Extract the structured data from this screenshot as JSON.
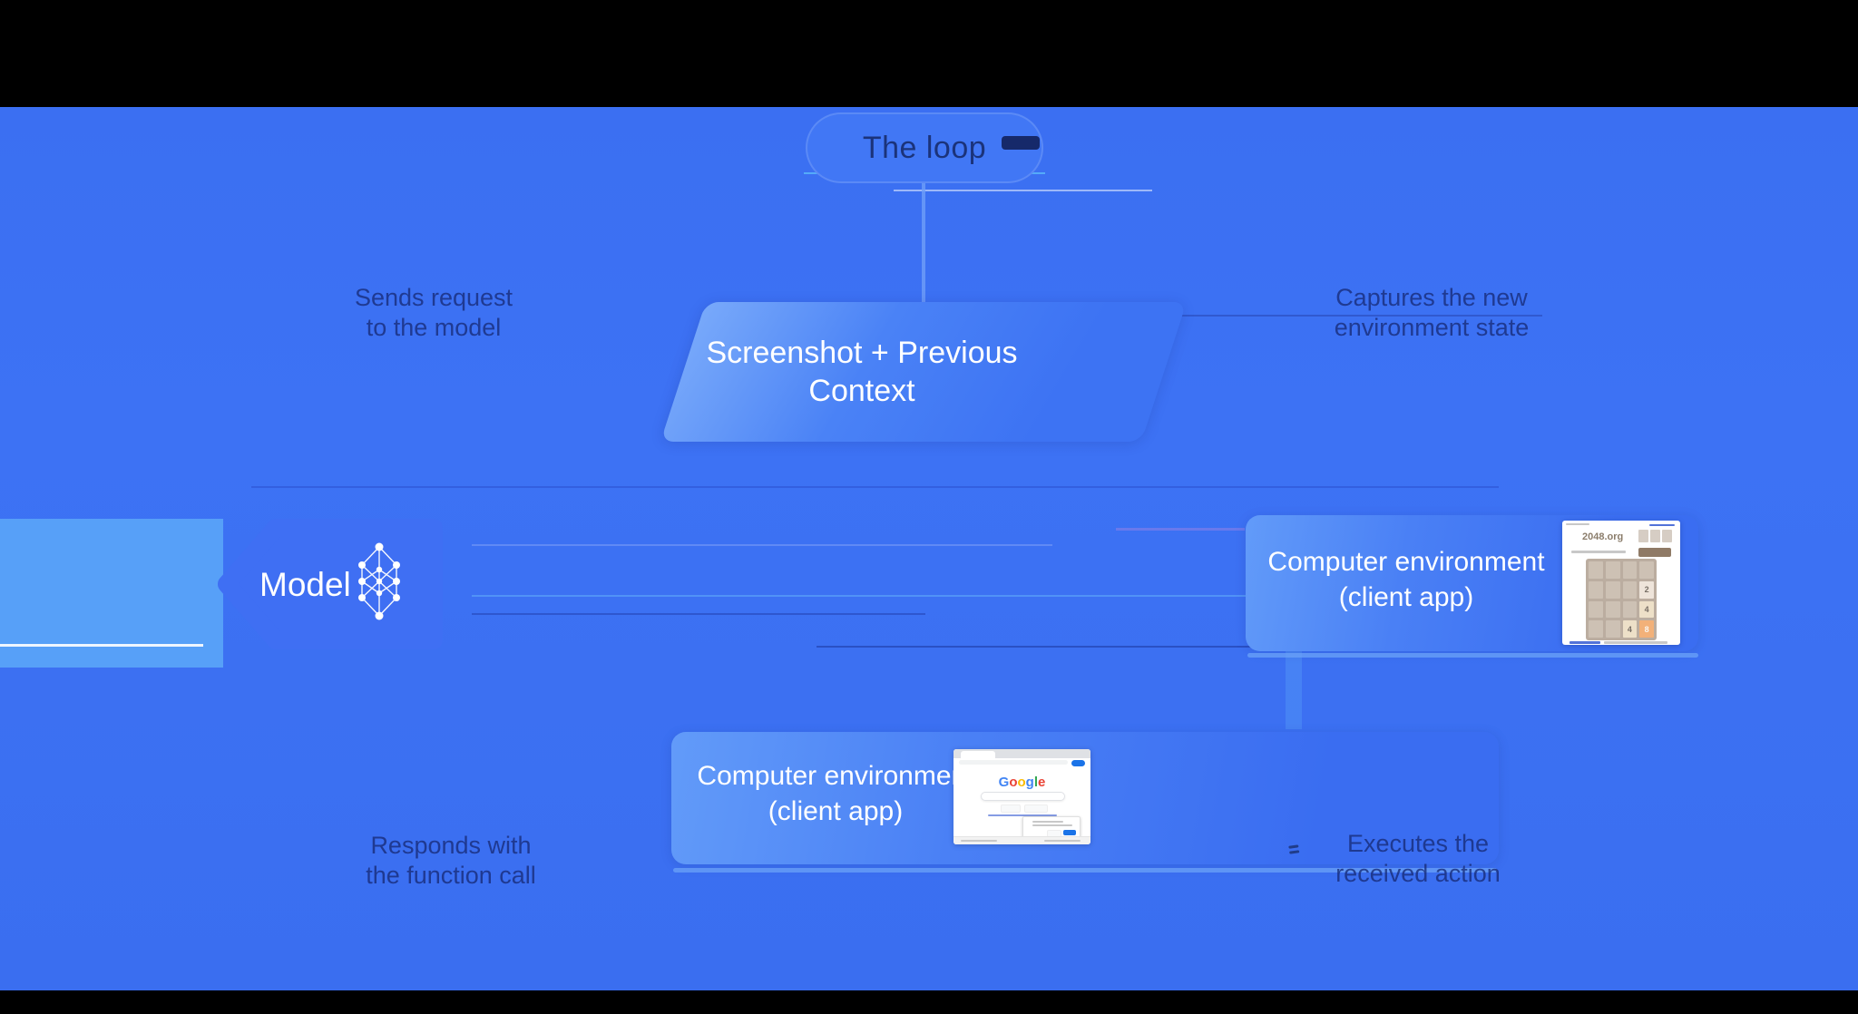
{
  "diagram": {
    "pill": {
      "label": "The loop"
    },
    "context_node": {
      "label": "Screenshot + Previous Context"
    },
    "model_node": {
      "label": "Model"
    },
    "env_right_node": {
      "line1": "Computer environment",
      "line2": "(client app)"
    },
    "env_bottom_node": {
      "line1": "Computer environment",
      "line2": "(client app)"
    },
    "step_labels": {
      "top_left": {
        "line1": "Sends request",
        "line2": "to the model"
      },
      "top_right": {
        "line1": "Captures the new",
        "line2": "environment state"
      },
      "bottom_left": {
        "line1": "Responds with",
        "line2": "the function call"
      },
      "bottom_right": {
        "line1": "Executes the",
        "line2": "received action"
      }
    },
    "colors": {
      "background": "#3a6ff2",
      "letterbox": "#000000",
      "node_fill": "#3f6ef3",
      "node_gradient_light": "#68a0f9",
      "highlight_band": "#57a0f8",
      "faint_label_text": "#172a76",
      "white_text": "#ffffff",
      "tile_2": "#eee4da",
      "tile_4": "#ede0c8",
      "tile_8": "#f2b179",
      "google_blue": "#4285f4",
      "google_red": "#ea4335",
      "google_yellow": "#fbbc05",
      "google_green": "#34a853"
    },
    "mini_2048": {
      "title": "2048.org",
      "grid": [
        "",
        "",
        "",
        "",
        "",
        "",
        "",
        "2",
        "",
        "",
        "",
        "4",
        "",
        "",
        "4",
        "8"
      ]
    },
    "mini_google": {
      "logo_letters": [
        "G",
        "o",
        "o",
        "g",
        "l",
        "e"
      ]
    }
  }
}
